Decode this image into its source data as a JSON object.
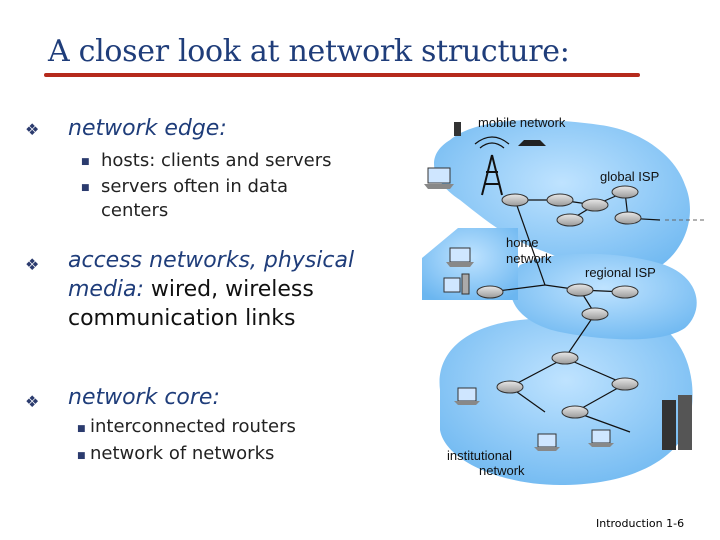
{
  "title": "A closer look at network structure:",
  "bullets": [
    {
      "italic": "network edge:",
      "plain": ""
    },
    {
      "italic": "access networks, physical",
      "italic2": "media:",
      "plain2": " wired, wireless",
      "plain3": "communication links"
    },
    {
      "italic": "network core:"
    }
  ],
  "edge_items": [
    "hosts: clients and servers",
    "servers often in data",
    "centers"
  ],
  "core_items": [
    "interconnected routers",
    "network of networks"
  ],
  "diagram": {
    "mobile": "mobile network",
    "global_isp": "global ISP",
    "home_1": "home",
    "home_2": "network",
    "regional_isp": "regional ISP",
    "inst_1": "institutional",
    "inst_2": "network"
  },
  "footer": {
    "label": "Introduction",
    "page": "1-6"
  }
}
